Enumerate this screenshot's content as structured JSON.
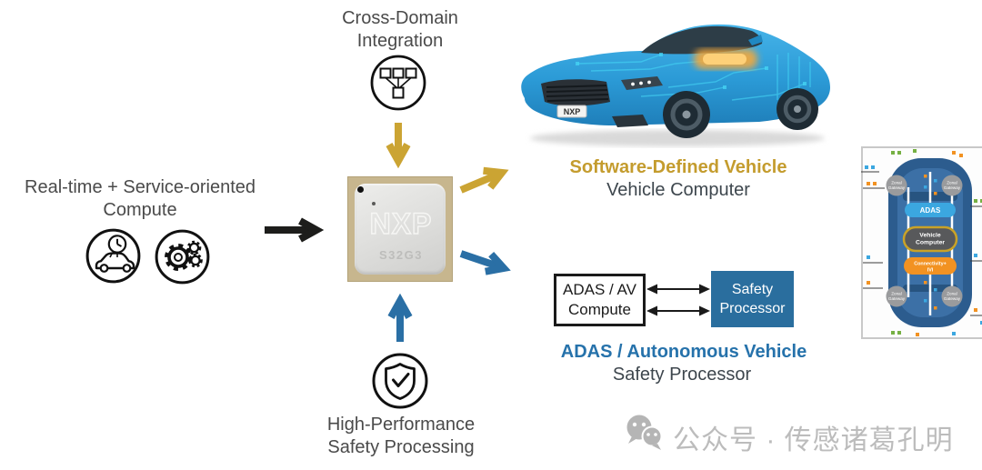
{
  "colors": {
    "gold_accent": "#C49C2E",
    "blue_accent": "#2672AB",
    "arrow_gold": "#CBA433",
    "arrow_blue": "#2A6FA5",
    "arrow_black": "#1D1D1B",
    "safety_box_blue": "#2A6E9E",
    "text_dark": "#4A4A4A",
    "watermark_gray": "#BCBCBC"
  },
  "cross_domain": {
    "line1": "Cross-Domain",
    "line2": "Integration"
  },
  "realtime": {
    "line1": "Real-time + Service-oriented",
    "line2": "Compute"
  },
  "safety_processing": {
    "line1": "High-Performance",
    "line2": "Safety Processing"
  },
  "chip": {
    "logo": "NXP",
    "part": "S32G3"
  },
  "sdv": {
    "title": "Software-Defined Vehicle",
    "subtitle": "Vehicle Computer"
  },
  "adas_flow": {
    "compute_line1": "ADAS / AV",
    "compute_line2": "Compute",
    "safety_line1": "Safety",
    "safety_line2": "Processor",
    "title": "ADAS / Autonomous Vehicle",
    "subtitle": "Safety Processor"
  },
  "car": {
    "plate": "NXP"
  },
  "zonal_panel": {
    "gateway_line1": "Zonal",
    "gateway_line2": "Gateway",
    "adas": "ADAS",
    "vc_line1": "Vehicle",
    "vc_line2": "Computer",
    "conn_line1": "Connectivity+",
    "conn_line2": "IVI"
  },
  "watermark": {
    "label": "公众号 · 传感诸葛孔明"
  }
}
